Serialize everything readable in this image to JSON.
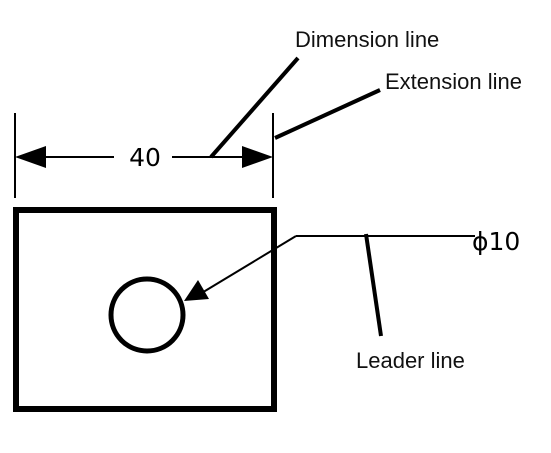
{
  "labels": {
    "dimension_line": "Dimension line",
    "extension_line": "Extension line",
    "leader_line": "Leader line"
  },
  "dimension_value": "40",
  "diameter_note": "ϕ10",
  "colors": {
    "ink": "#000000",
    "label_text": "#111111",
    "background": "#ffffff"
  }
}
